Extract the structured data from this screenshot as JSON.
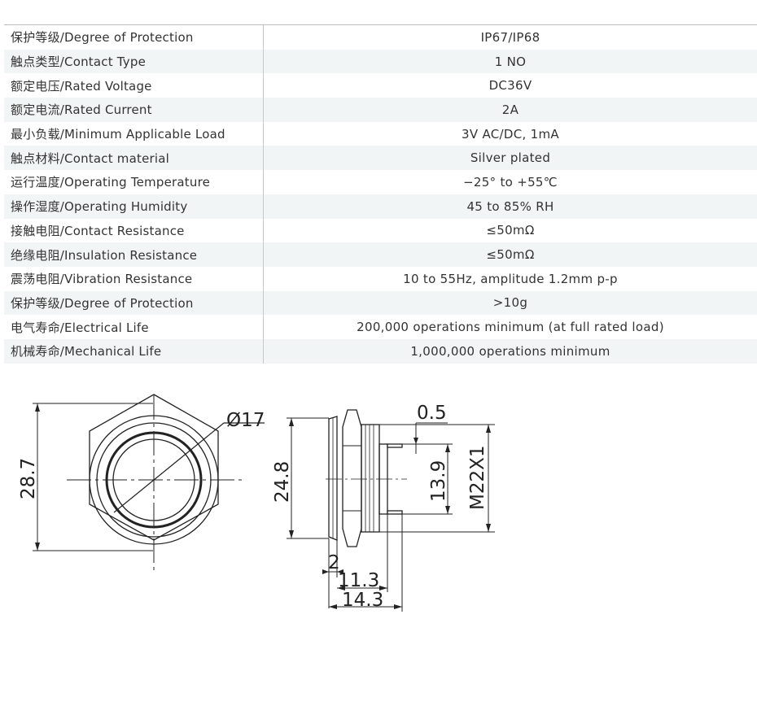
{
  "spec_rows": [
    {
      "name": "保护等级/Degree of Protection",
      "value": "IP67/IP68"
    },
    {
      "name": "触点类型/Contact Type",
      "value": "1 NO"
    },
    {
      "name": "额定电压/Rated Voltage",
      "value": "DC36V"
    },
    {
      "name": "额定电流/Rated Current",
      "value": "2A"
    },
    {
      "name": "最小负载/Minimum Applicable Load",
      "value": "3V AC/DC, 1mA"
    },
    {
      "name": "触点材料/Contact material",
      "value": "Silver plated"
    },
    {
      "name": "运行温度/Operating Temperature",
      "value": "−25°   to +55℃"
    },
    {
      "name": "操作湿度/Operating Humidity",
      "value": "45 to 85% RH"
    },
    {
      "name": "接触电阻/Contact Resistance",
      "value": "≤50mΩ"
    },
    {
      "name": "绝缘电阻/Insulation Resistance",
      "value": "≤50mΩ"
    },
    {
      "name": "震荡电阻/Vibration Resistance",
      "value": "10 to 55Hz, amplitude 1.2mm p-p"
    },
    {
      "name": "保护等级/Degree of Protection",
      "value": ">10g"
    },
    {
      "name": "电气寿命/Electrical Life",
      "value": "200,000 operations minimum (at full rated load)"
    },
    {
      "name": "机械寿命/Mechanical Life",
      "value": "1,000,000 operations minimum"
    }
  ],
  "drawing": {
    "dim_diameter": "Ø17",
    "dim_height": "28.7",
    "dim_side_height": "24.8",
    "dim_offset": "0.5",
    "dim_body": "13.9",
    "dim_thread": "M22X1",
    "dim_head": "2",
    "dim_len_inner": "11.3",
    "dim_len_outer": "14.3"
  }
}
